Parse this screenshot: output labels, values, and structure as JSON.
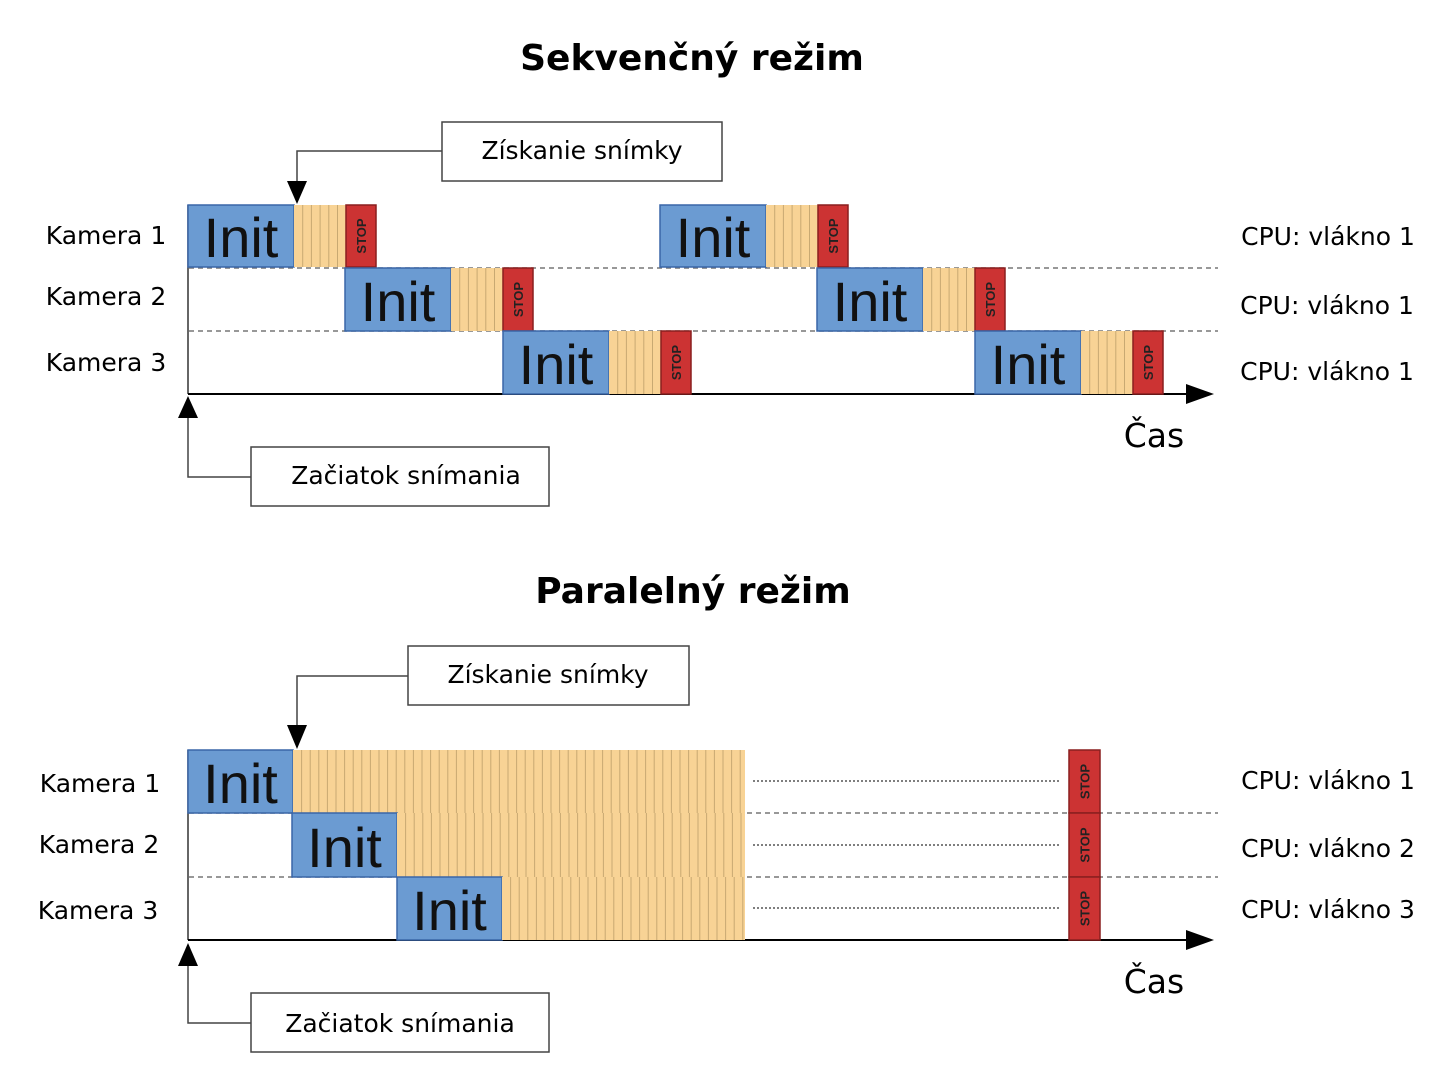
{
  "colors": {
    "init": "#6b9bd2",
    "init_stroke": "#3a66a8",
    "frames": "#f8d395",
    "frame_line": "#c8a972",
    "stop": "#cc3333",
    "stop_stroke": "#8a1f1f"
  },
  "sequential": {
    "title": "Sekvenčný režim",
    "callout_frame": "Získanie snímky",
    "callout_start": "Začiatok snímania",
    "time_label": "Čas",
    "rows": [
      {
        "camera": "Kamera 1",
        "cpu": "CPU: vlákno 1"
      },
      {
        "camera": "Kamera 2",
        "cpu": "CPU: vlákno 1"
      },
      {
        "camera": "Kamera 3",
        "cpu": "CPU: vlákno 1"
      }
    ],
    "init_label": "Init",
    "stop_label": "STOP"
  },
  "parallel": {
    "title": "Paralelný režim",
    "callout_frame": "Získanie snímky",
    "callout_start": "Začiatok snímania",
    "time_label": "Čas",
    "rows": [
      {
        "camera": "Kamera 1",
        "cpu": "CPU: vlákno 1"
      },
      {
        "camera": "Kamera 2",
        "cpu": "CPU: vlákno 2"
      },
      {
        "camera": "Kamera 3",
        "cpu": "CPU: vlákno 3"
      }
    ],
    "init_label": "Init",
    "stop_label": "STOP"
  }
}
